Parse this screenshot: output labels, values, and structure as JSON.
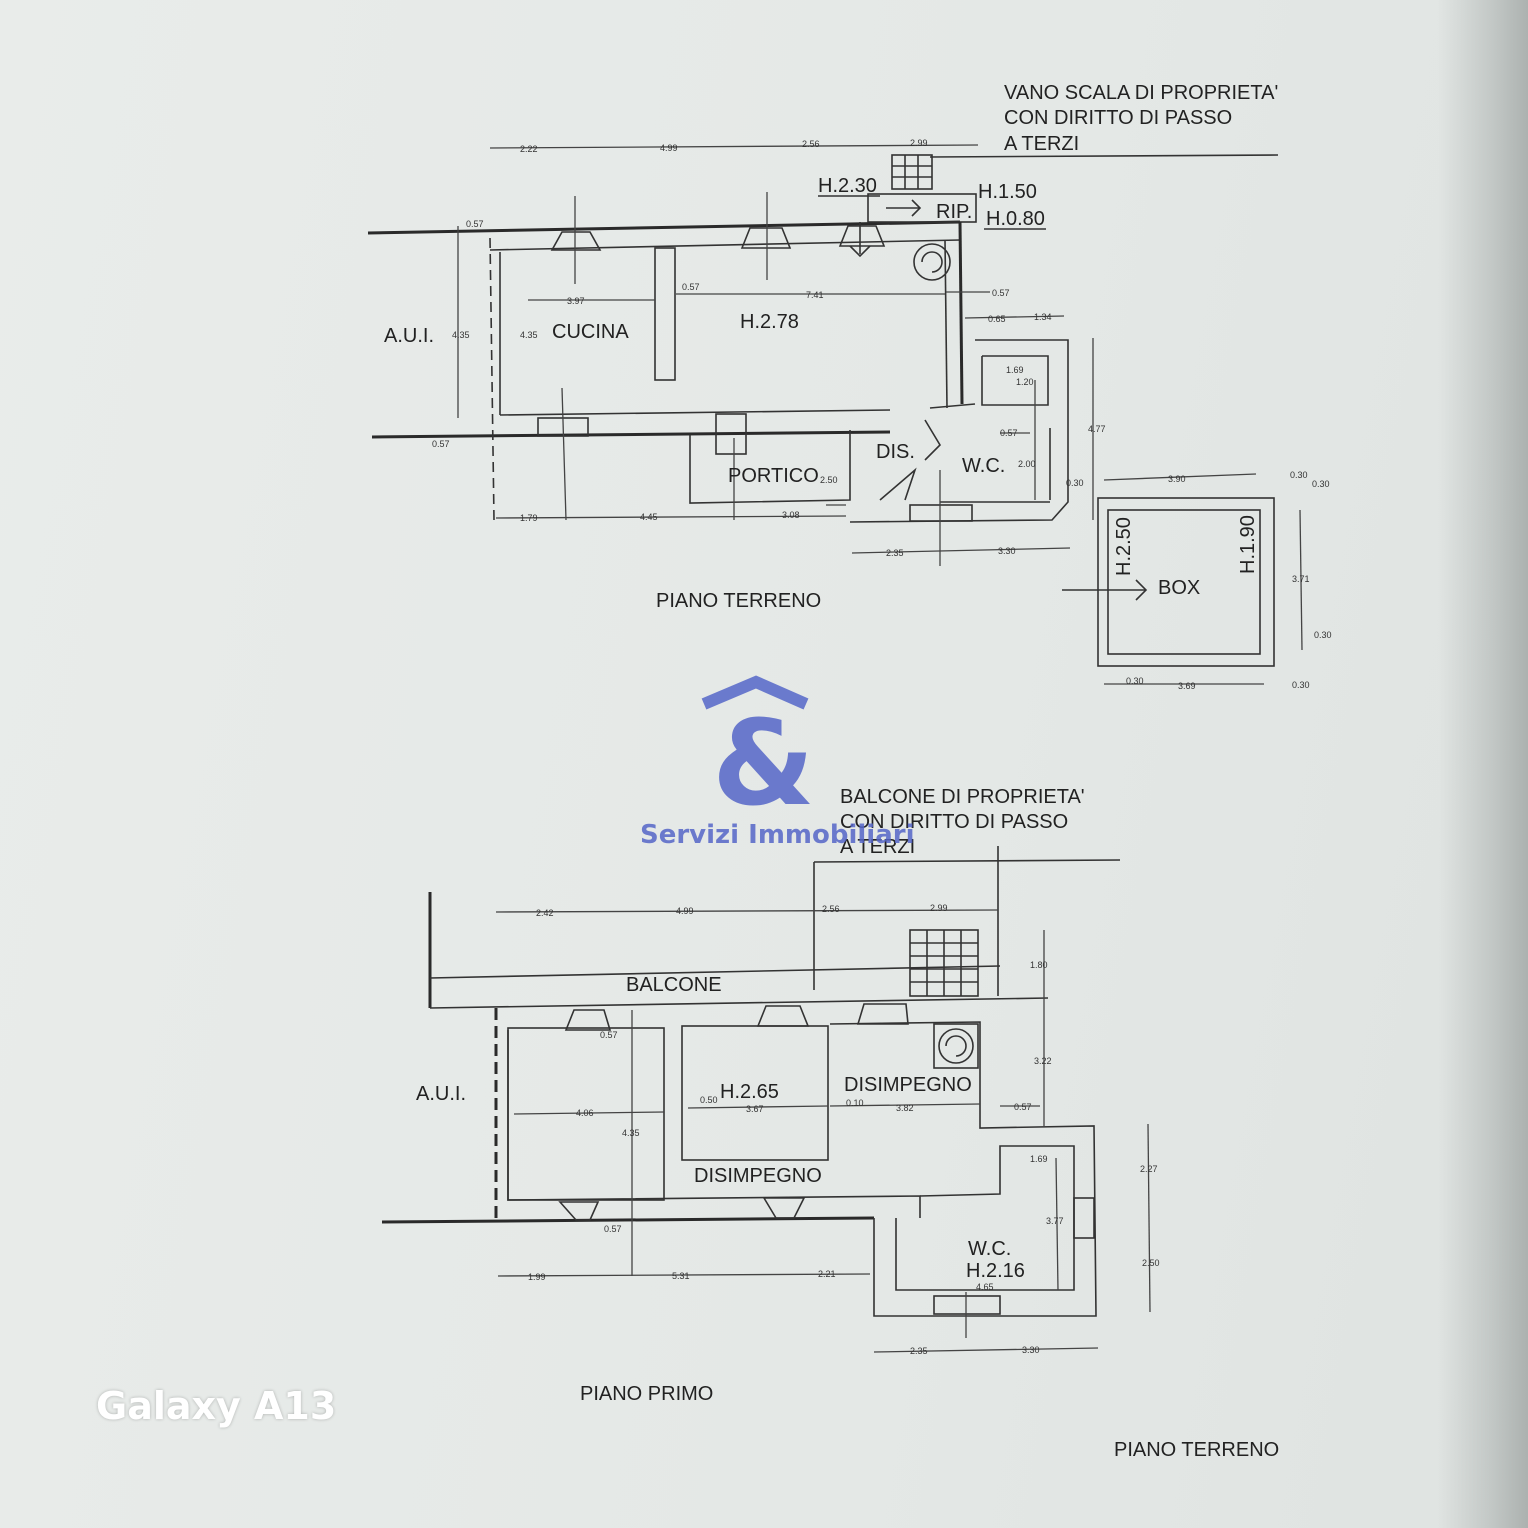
{
  "sheet": {
    "ground_floor": {
      "title": "PIANO TERRENO",
      "stair_note": [
        "VANO SCALA DI PROPRIETA'",
        "CON DIRITTO DI PASSO",
        "A TERZI"
      ],
      "heights": [
        "H.2.30",
        "H.1.50",
        "H.0.80",
        "H.2.78"
      ],
      "rooms": [
        "CUCINA",
        "PORTICO",
        "DIS.",
        "W.C.",
        "RIP.",
        "BOX",
        "A.U.I."
      ],
      "box_heights": [
        "H.2.50",
        "H.1.90"
      ],
      "dims_top": [
        "2.22",
        "4.99",
        "2.56",
        "2.99"
      ],
      "dims_inner": [
        "0.57",
        "3.97",
        "0.57",
        "7.41",
        "0.57",
        "4.35",
        "4.35",
        "0.57",
        "0.65",
        "1.34",
        "1.69",
        "1.20",
        "0.57",
        "2.00",
        "4.77",
        "2.50"
      ],
      "dims_bottom": [
        "1.79",
        "4.45",
        "3.08",
        "2.35",
        "3.30"
      ],
      "box_dims": [
        "0.30",
        "3.90",
        "0.30",
        "0.30",
        "3.71",
        "0.30",
        "0.30",
        "3.69",
        "0.30",
        "0.30"
      ]
    },
    "first_floor": {
      "title": "PIANO PRIMO",
      "balcony_note": [
        "BALCONE DI PROPRIETA'",
        "CON DIRITTO DI PASSO",
        "A TERZI"
      ],
      "rooms": [
        "BALCONE",
        "A.U.I.",
        "H.2.65",
        "DISIMPEGNO",
        "DISIMPEGNO",
        "W.C.",
        "H.2.16"
      ],
      "dims_top": [
        "2.42",
        "4.99",
        "2.56",
        "2.99"
      ],
      "dims_inner": [
        "0.57",
        "4.06",
        "4.35",
        "0.50",
        "3.67",
        "0.10",
        "3.82",
        "0.57",
        "1.80",
        "3.22",
        "1.69",
        "3.77",
        "4.65",
        "0.57",
        "2.27",
        "2.50"
      ],
      "dims_bottom": [
        "1.99",
        "5.31",
        "2.21",
        "2.35",
        "3.30"
      ]
    },
    "footer_label": "PIANO TERRENO"
  },
  "logo": {
    "text": "Servizi Immobiliari",
    "color": "#5566c8"
  },
  "camera_watermark": "Galaxy A13"
}
